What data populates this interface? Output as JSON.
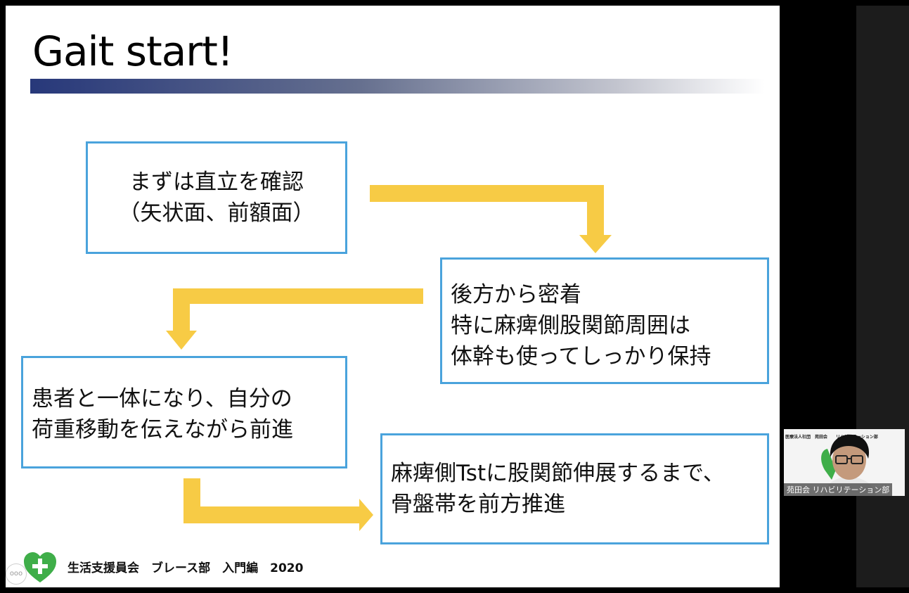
{
  "slide": {
    "title": "Gait start!",
    "boxes": [
      {
        "lines": [
          "まずは直立を確認",
          "（矢状面、前額面）"
        ]
      },
      {
        "lines": [
          "後方から密着",
          "特に麻痺側股関節周囲は",
          "体幹も使ってしっかり保持"
        ]
      },
      {
        "lines": [
          "患者と一体になり、自分の",
          "荷重移動を伝えながら前進"
        ]
      },
      {
        "lines": [
          "麻痺側Tstに股関節伸展するまで、",
          "骨盤帯を前方推進"
        ]
      }
    ],
    "footer": "生活支援員会　ブレース部　入門編　2020",
    "colors": {
      "box_border": "#4aa3dc",
      "arrow": "#f7cb45",
      "title_bar_start": "#27387a"
    }
  },
  "controls": {
    "more_label": "ooo"
  },
  "webcam": {
    "org_text": "医療法人社団　苑田会　　リハビリテーション部",
    "name_label": "苑田会 リハビリテーション部"
  }
}
